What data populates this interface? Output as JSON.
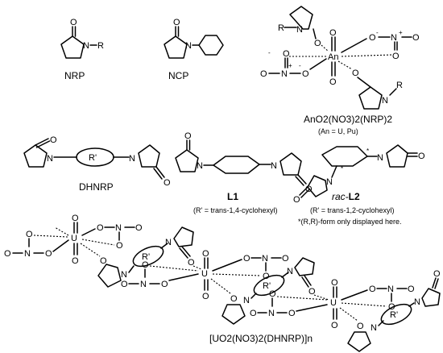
{
  "compounds": {
    "nrp": {
      "label": "NRP",
      "r": "R"
    },
    "ncp": {
      "label": "NCP"
    },
    "complex": {
      "formula": "AnO2(NO3)2(NRP)2",
      "note": "(An = U, Pu)"
    },
    "dhnrp": {
      "label": "DHNRP",
      "rprime": "R'"
    },
    "l1": {
      "label": "L1",
      "note": "(R' = trans-1,4-cyclohexyl)"
    },
    "l2": {
      "label_prefix": "rac-",
      "label": "L2",
      "note": "(R' = trans-1,2-cyclohexyl)",
      "footnote": "*(R,R)-form only displayed here."
    },
    "polymer": {
      "formula": "[UO2(NO3)2(DHNRP)]n"
    }
  },
  "atoms": {
    "o": "O",
    "n": "N",
    "u": "U",
    "an": "An",
    "oplus": "+",
    "ominus": "-",
    "r": "R",
    "rprime": "R'",
    "star": "*"
  }
}
